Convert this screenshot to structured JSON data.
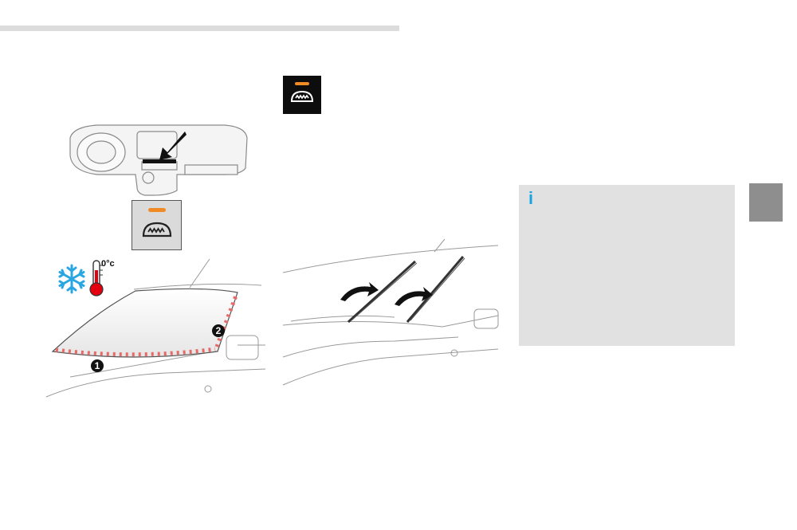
{
  "header": {
    "accent_color": "#dcdcdc"
  },
  "side_tab": {
    "color": "#8e8e8e"
  },
  "info_box": {
    "icon": "info-icon",
    "icon_glyph": "i",
    "icon_color": "#1aa3e0",
    "background": "#e1e1e1"
  },
  "front_defrost_button": {
    "icon": "windscreen-defrost-icon",
    "indicator_color": "#f08a24"
  },
  "dashboard_illustration": {
    "icon": "dashboard-icon"
  },
  "cold_indicators": {
    "snowflake_icon": "snowflake-icon",
    "snowflake_color": "#2aa7e3",
    "thermometer_icon": "thermometer-icon",
    "thermometer_color": "#e3000f",
    "temperature_label": "0°c"
  },
  "windscreen_illustration": {
    "heated_zone_color": "#e56a6a",
    "callouts": [
      "1",
      "2"
    ]
  },
  "wiper_illustration": {
    "icon": "wiper-blades-icon"
  }
}
